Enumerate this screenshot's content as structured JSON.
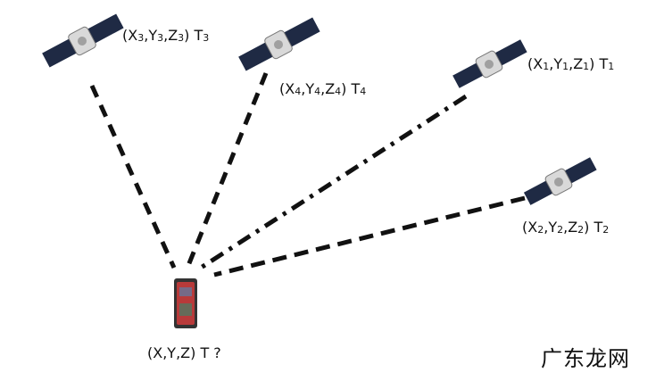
{
  "satellites": [
    {
      "id": "s3",
      "label": {
        "x": "X",
        "xs": "3",
        "y": "Y",
        "ys": "3",
        "z": "Z",
        "zs": "3",
        "t": "T",
        "ts": "3"
      }
    },
    {
      "id": "s4",
      "label": {
        "x": "X",
        "xs": "4",
        "y": "Y",
        "ys": "4",
        "z": "Z",
        "zs": "4",
        "t": "T",
        "ts": "4"
      }
    },
    {
      "id": "s1",
      "label": {
        "x": "X",
        "xs": "1",
        "y": "Y",
        "ys": "1",
        "z": "Z",
        "zs": "1",
        "t": "T",
        "ts": "1"
      }
    },
    {
      "id": "s2",
      "label": {
        "x": "X",
        "xs": "2",
        "y": "Y",
        "ys": "2",
        "z": "Z",
        "zs": "2",
        "t": "T",
        "ts": "2"
      }
    }
  ],
  "receiver": {
    "label": "(X,Y,Z) T ?"
  },
  "watermark": "广东龙网",
  "colors": {
    "line": "#111111",
    "panel": "#1f2a44",
    "body": "#d9d9d9",
    "phone": "#b83a3a"
  },
  "icons": [
    "satellite-icon",
    "phone-icon"
  ]
}
